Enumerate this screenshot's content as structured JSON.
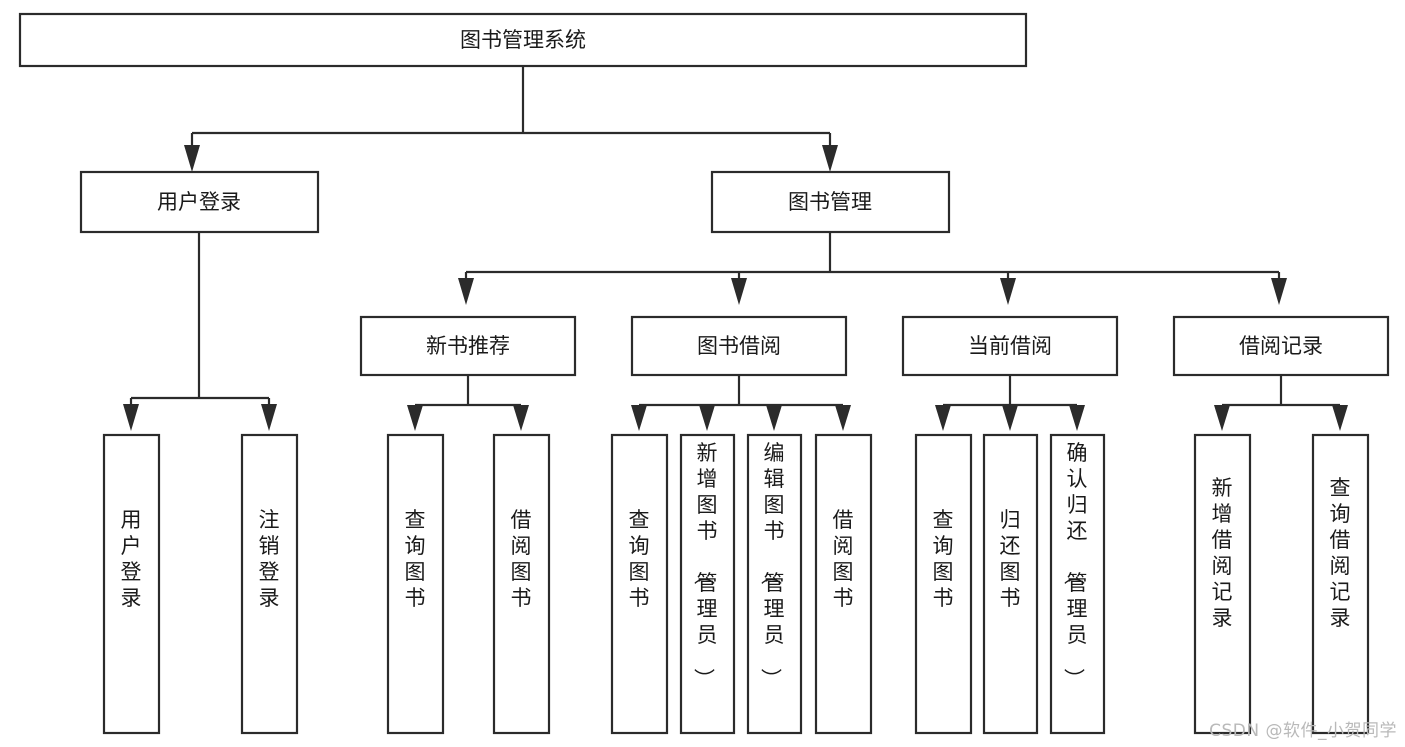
{
  "diagram": {
    "title": "图书管理系统",
    "type": "hierarchy-tree",
    "watermark": "CSDN @软件_小贺同学",
    "colors": {
      "stroke": "#2b2b2b",
      "fill": "#ffffff",
      "text": "#1a1a1a",
      "watermark": "#b9b9b9"
    },
    "root": {
      "id": "root",
      "label": "图书管理系统",
      "orientation": "horizontal"
    },
    "level2": [
      {
        "id": "user-login",
        "label": "用户登录",
        "orientation": "horizontal"
      },
      {
        "id": "book-manage",
        "label": "图书管理",
        "orientation": "horizontal"
      }
    ],
    "level3": [
      {
        "id": "new-book-recommend",
        "label": "新书推荐",
        "orientation": "horizontal",
        "parent": "book-manage"
      },
      {
        "id": "book-borrow",
        "label": "图书借阅",
        "orientation": "horizontal",
        "parent": "book-manage"
      },
      {
        "id": "current-borrow",
        "label": "当前借阅",
        "orientation": "horizontal",
        "parent": "book-manage"
      },
      {
        "id": "borrow-record",
        "label": "借阅记录",
        "orientation": "horizontal",
        "parent": "book-manage"
      }
    ],
    "leaves": [
      {
        "id": "leaf-user-login",
        "label": "用户登录",
        "orientation": "vertical",
        "parent": "user-login"
      },
      {
        "id": "leaf-user-logout",
        "label": "注销登录",
        "orientation": "vertical",
        "parent": "user-login"
      },
      {
        "id": "leaf-query-book-1",
        "label": "查询图书",
        "orientation": "vertical",
        "parent": "new-book-recommend"
      },
      {
        "id": "leaf-borrow-book-1",
        "label": "借阅图书",
        "orientation": "vertical",
        "parent": "new-book-recommend"
      },
      {
        "id": "leaf-query-book-2",
        "label": "查询图书",
        "orientation": "vertical",
        "parent": "book-borrow"
      },
      {
        "id": "leaf-add-book",
        "label": "新增图书（管理员）",
        "orientation": "vertical",
        "parent": "book-borrow"
      },
      {
        "id": "leaf-edit-book",
        "label": "编辑图书（管理员）",
        "orientation": "vertical",
        "parent": "book-borrow"
      },
      {
        "id": "leaf-borrow-book-2",
        "label": "借阅图书",
        "orientation": "vertical",
        "parent": "book-borrow"
      },
      {
        "id": "leaf-query-book-3",
        "label": "查询图书",
        "orientation": "vertical",
        "parent": "current-borrow"
      },
      {
        "id": "leaf-return-book",
        "label": "归还图书",
        "orientation": "vertical",
        "parent": "current-borrow"
      },
      {
        "id": "leaf-confirm-return",
        "label": "确认归还（管理员）",
        "orientation": "vertical",
        "parent": "current-borrow"
      },
      {
        "id": "leaf-add-record",
        "label": "新增借阅记录",
        "orientation": "vertical",
        "parent": "borrow-record"
      },
      {
        "id": "leaf-query-record",
        "label": "查询借阅记录",
        "orientation": "vertical",
        "parent": "borrow-record"
      }
    ]
  }
}
